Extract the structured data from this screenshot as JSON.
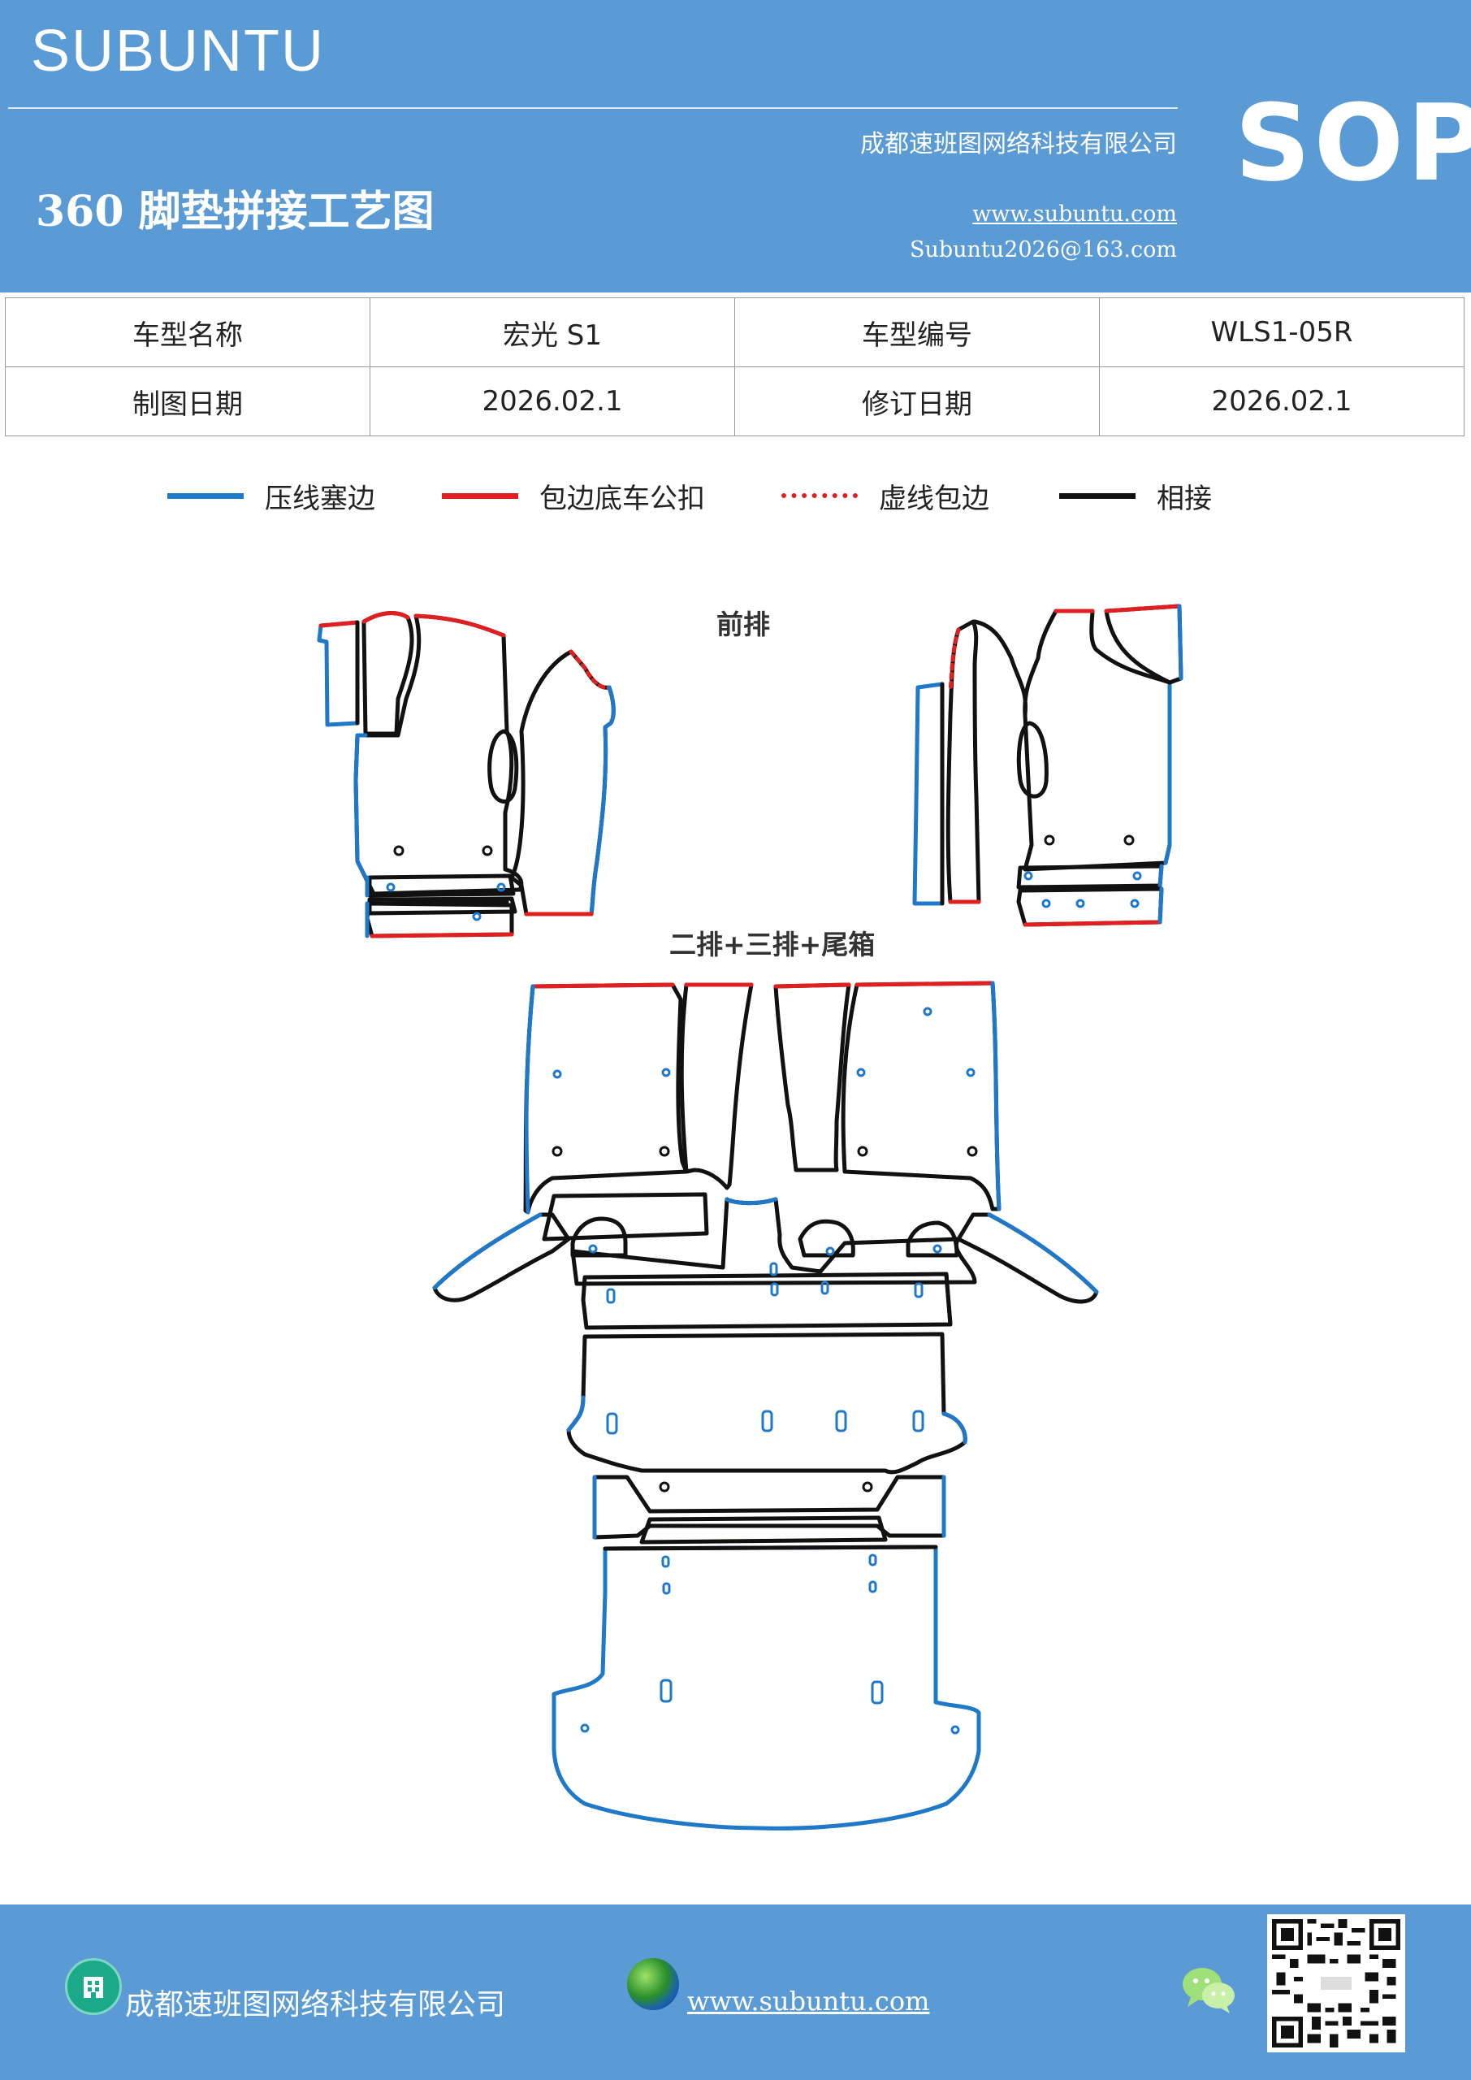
{
  "header": {
    "brand": "SUBUNTU",
    "sop": "SOP",
    "company": "成都速班图网络科技有限公司",
    "title": "360 脚垫拼接工艺图",
    "url": "www.subuntu.com",
    "email": "Subuntu2026@163.com"
  },
  "info_table": {
    "rows": [
      [
        "车型名称",
        "宏光 S1",
        "车型编号",
        "WLS1-05R"
      ],
      [
        "制图日期",
        "2026.02.1",
        "修订日期",
        "2026.02.1"
      ]
    ]
  },
  "legend": [
    {
      "label": "压线塞边",
      "color": "#1f78c8",
      "style": "solid"
    },
    {
      "label": "包边底车公扣",
      "color": "#e02020",
      "style": "solid"
    },
    {
      "label": "虚线包边",
      "color": "#e02020",
      "style": "dotted"
    },
    {
      "label": "相接",
      "color": "#111111",
      "style": "solid"
    }
  ],
  "diagram": {
    "front_label": "前排",
    "rear_label": "二排+三排+尾箱"
  },
  "footer": {
    "company": "成都速班图网络科技有限公司",
    "url": "www.subuntu.com",
    "icons": [
      "building-icon",
      "globe-icon",
      "wechat-icon",
      "qr-code"
    ]
  },
  "colors": {
    "brand_blue": "#5b9bd5",
    "line_blue": "#1f78c8",
    "line_red": "#e02020",
    "line_black": "#111111"
  }
}
